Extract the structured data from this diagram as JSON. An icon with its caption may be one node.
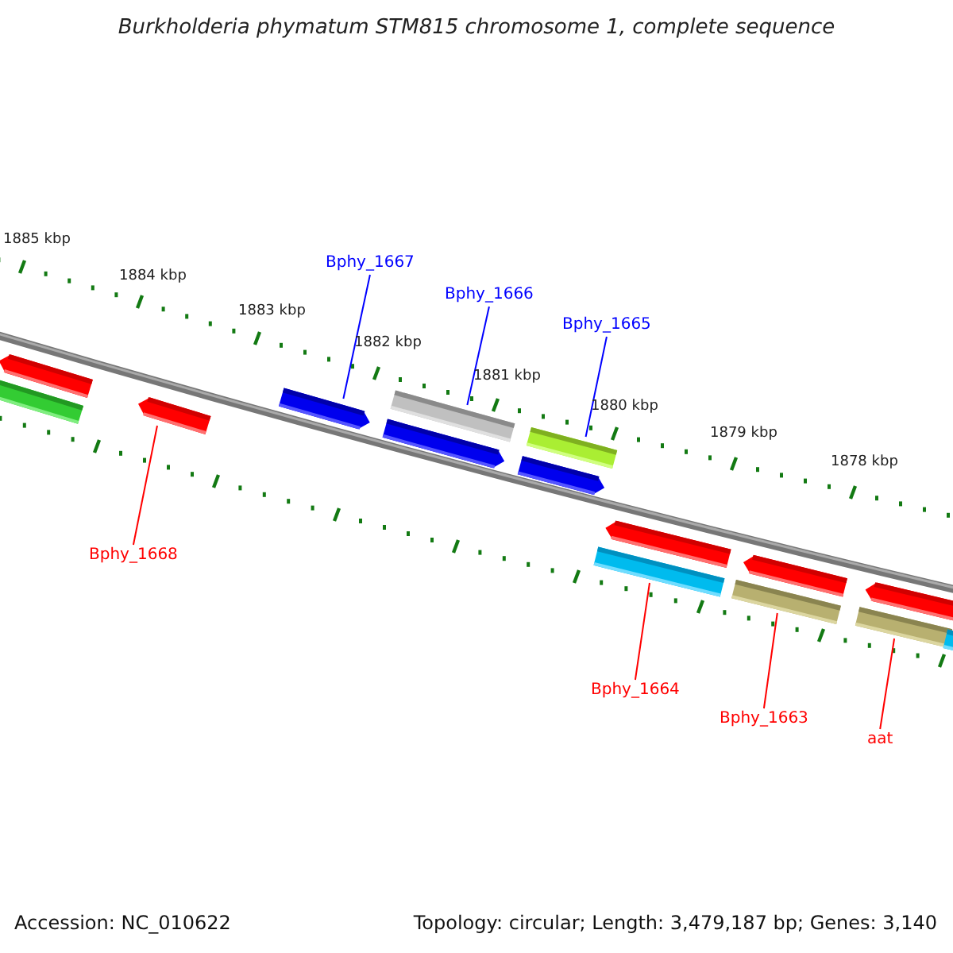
{
  "diagram": {
    "title": "Burkholderia phymatum STM815 chromosome 1, complete sequence",
    "nodes": [
      {
        "text": [
          "Bphy_1667"
        ]
      },
      {
        "text": [
          "Bphy_1666"
        ]
      },
      {
        "text": [
          "Bphy_1665"
        ]
      },
      {
        "text": [
          "Bphy_1668"
        ]
      },
      {
        "text": [
          "Bphy_1664"
        ]
      },
      {
        "text": [
          "Bphy_1663"
        ]
      },
      {
        "text": [
          "aat"
        ]
      },
      {
        "text": [],
        "shape": "bar"
      },
      {
        "text": [],
        "shape": "arrow"
      },
      {
        "text": [],
        "shape": "arrow"
      },
      {
        "text": [],
        "shape": "arrow"
      },
      {
        "text": [],
        "shape": "arrow"
      },
      {
        "text": [],
        "shape": "bar"
      },
      {
        "text": [],
        "shape": "arrow"
      },
      {
        "text": [],
        "shape": "bar"
      },
      {
        "text": [],
        "shape": "bar"
      },
      {
        "text": [],
        "shape": "arrow"
      },
      {
        "text": [],
        "shape": "bar"
      },
      {
        "text": [],
        "shape": "arrow"
      },
      {
        "text": [],
        "shape": "bar"
      },
      {
        "text": [],
        "shape": "arrow"
      },
      {
        "text": [],
        "shape": "bar"
      }
    ],
    "edges": [
      {
        "from": 0,
        "to": 10,
        "arrow": "none",
        "color": "#0000ff"
      },
      {
        "from": 1,
        "to": 12,
        "arrow": "none",
        "color": "#0000ff"
      },
      {
        "from": 2,
        "to": 14,
        "arrow": "none",
        "color": "#0000ff"
      },
      {
        "from": 3,
        "to": 9,
        "arrow": "none"
      },
      {
        "from": 4,
        "to": 15,
        "arrow": "none"
      },
      {
        "from": 5,
        "to": 17,
        "arrow": "none"
      },
      {
        "from": 6,
        "to": 19,
        "arrow": "none"
      }
    ],
    "labels": [
      "1885 kbp",
      "1884 kbp",
      "1883 kbp",
      "1882 kbp",
      "1881 kbp",
      "1880 kbp",
      "1879 kbp",
      "1878 kbp",
      "Accession: NC_010622",
      "Topology: circular; Length: 3,479,187 bp; Genes: 3,140"
    ]
  }
}
